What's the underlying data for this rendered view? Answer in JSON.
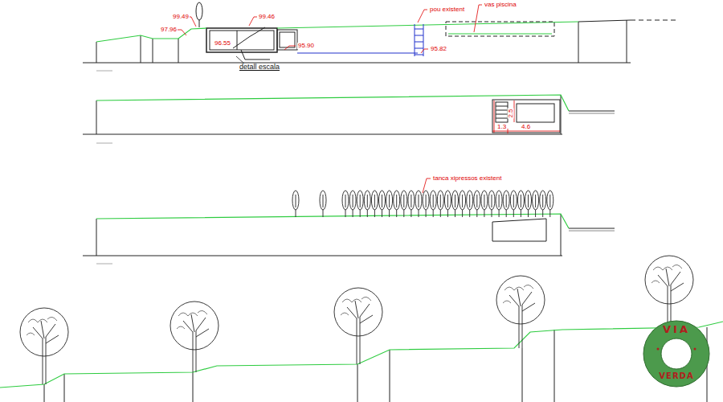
{
  "diagram": {
    "nodes": [
      {
        "text": [
          "VIA",
          "VERDA"
        ]
      }
    ],
    "edges": [],
    "labels": [
      "pou existent",
      "vas piscina",
      "99.49",
      "99.46",
      "97.96",
      "96.55",
      "95.90",
      "95.82",
      "detall escala",
      "2.5",
      "1.3",
      "4.6",
      "tanca xipressos existent"
    ]
  }
}
